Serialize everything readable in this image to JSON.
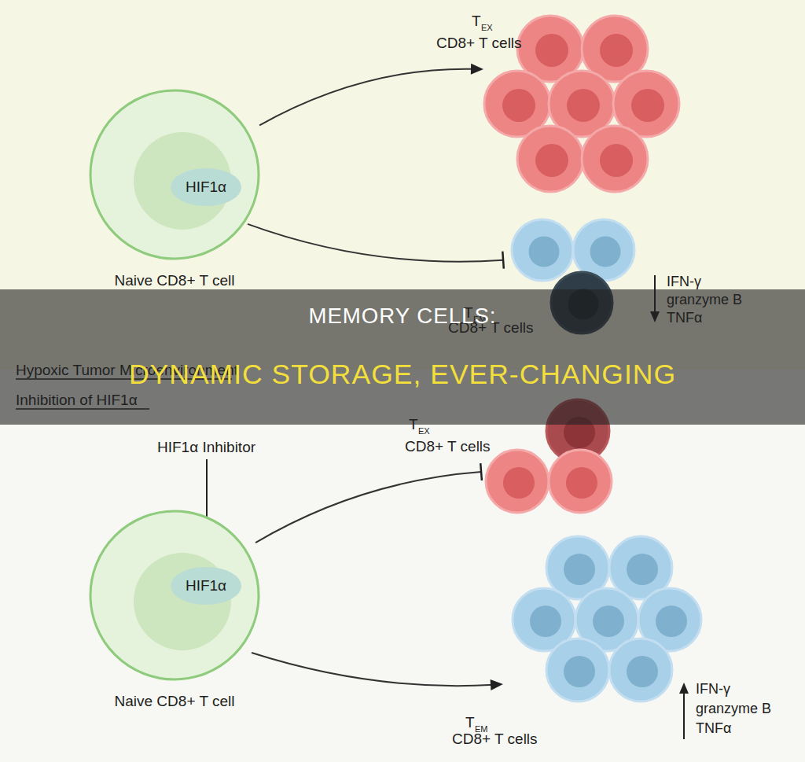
{
  "diagram": {
    "nodes": [
      {
        "text": [
          "Naive CD8+ T cell"
        ]
      },
      {
        "text": [
          "HIF1α"
        ],
        "in": 0
      },
      {
        "text": [
          "T",
          "EX",
          "CD8+ T cells"
        ]
      },
      {
        "text": [
          "T",
          "EM",
          "CD8+ T cells"
        ]
      },
      {
        "text": [
          "MEMORY CELLS:",
          "DYNAMIC STORAGE, EVER-CHANGING"
        ]
      },
      {
        "text": [
          "Naive CD8+ T cell"
        ]
      },
      {
        "text": [
          "HIF1α"
        ],
        "in": 5
      },
      {
        "text": [
          "T",
          "EX",
          "CD8+ T cells"
        ]
      },
      {
        "text": [
          "T",
          "EM",
          "CD8+ T cells"
        ]
      }
    ],
    "edges": [
      {
        "from": 0,
        "to": 2,
        "arrow": "to"
      },
      {
        "from": 0,
        "to": 3,
        "arrow": "to"
      },
      {
        "from": 5,
        "to": 7,
        "arrow": "to"
      },
      {
        "from": 5,
        "to": 8,
        "arrow": "to"
      }
    ],
    "labels": [
      "IFN-γ",
      "granzyme B",
      "TNFα",
      "Hypoxic Tumor Microenvironment",
      "Inhibition of HIF1α",
      "HIF1α Inhibitor",
      "IFN-γ",
      "granzyme B",
      "TNFα"
    ]
  }
}
